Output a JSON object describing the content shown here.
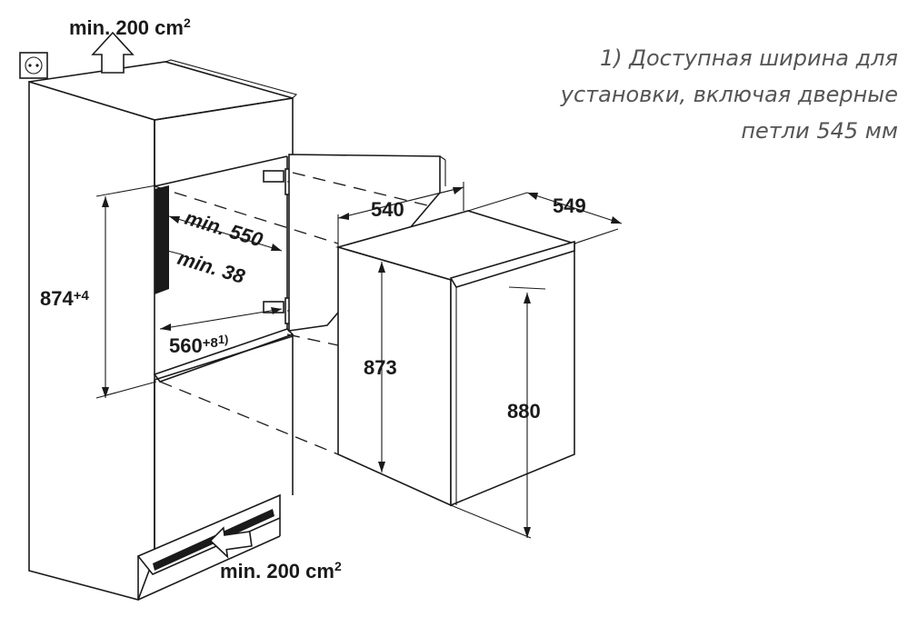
{
  "annotations": {
    "top_vent_label": "min. 200 cm",
    "top_vent_sup": "2",
    "bottom_vent_label": "min. 200 cm",
    "bottom_vent_sup": "2",
    "niche_height": "874",
    "niche_height_tol": "+4",
    "niche_depth": "min. 550",
    "rear_gap": "min. 38",
    "niche_width": "560",
    "niche_width_tol": "+8",
    "niche_width_ref": "1)",
    "appliance_width": "540",
    "appliance_depth": "549",
    "appliance_body_height": "873",
    "appliance_total_height": "880"
  },
  "footnote": {
    "line1": "1) Доступная ширина для",
    "line2": "установки, включая дверные",
    "line3": "петли 545 мм"
  },
  "colors": {
    "line": "#1a1a1a",
    "note_text": "#555555",
    "background": "#ffffff"
  }
}
